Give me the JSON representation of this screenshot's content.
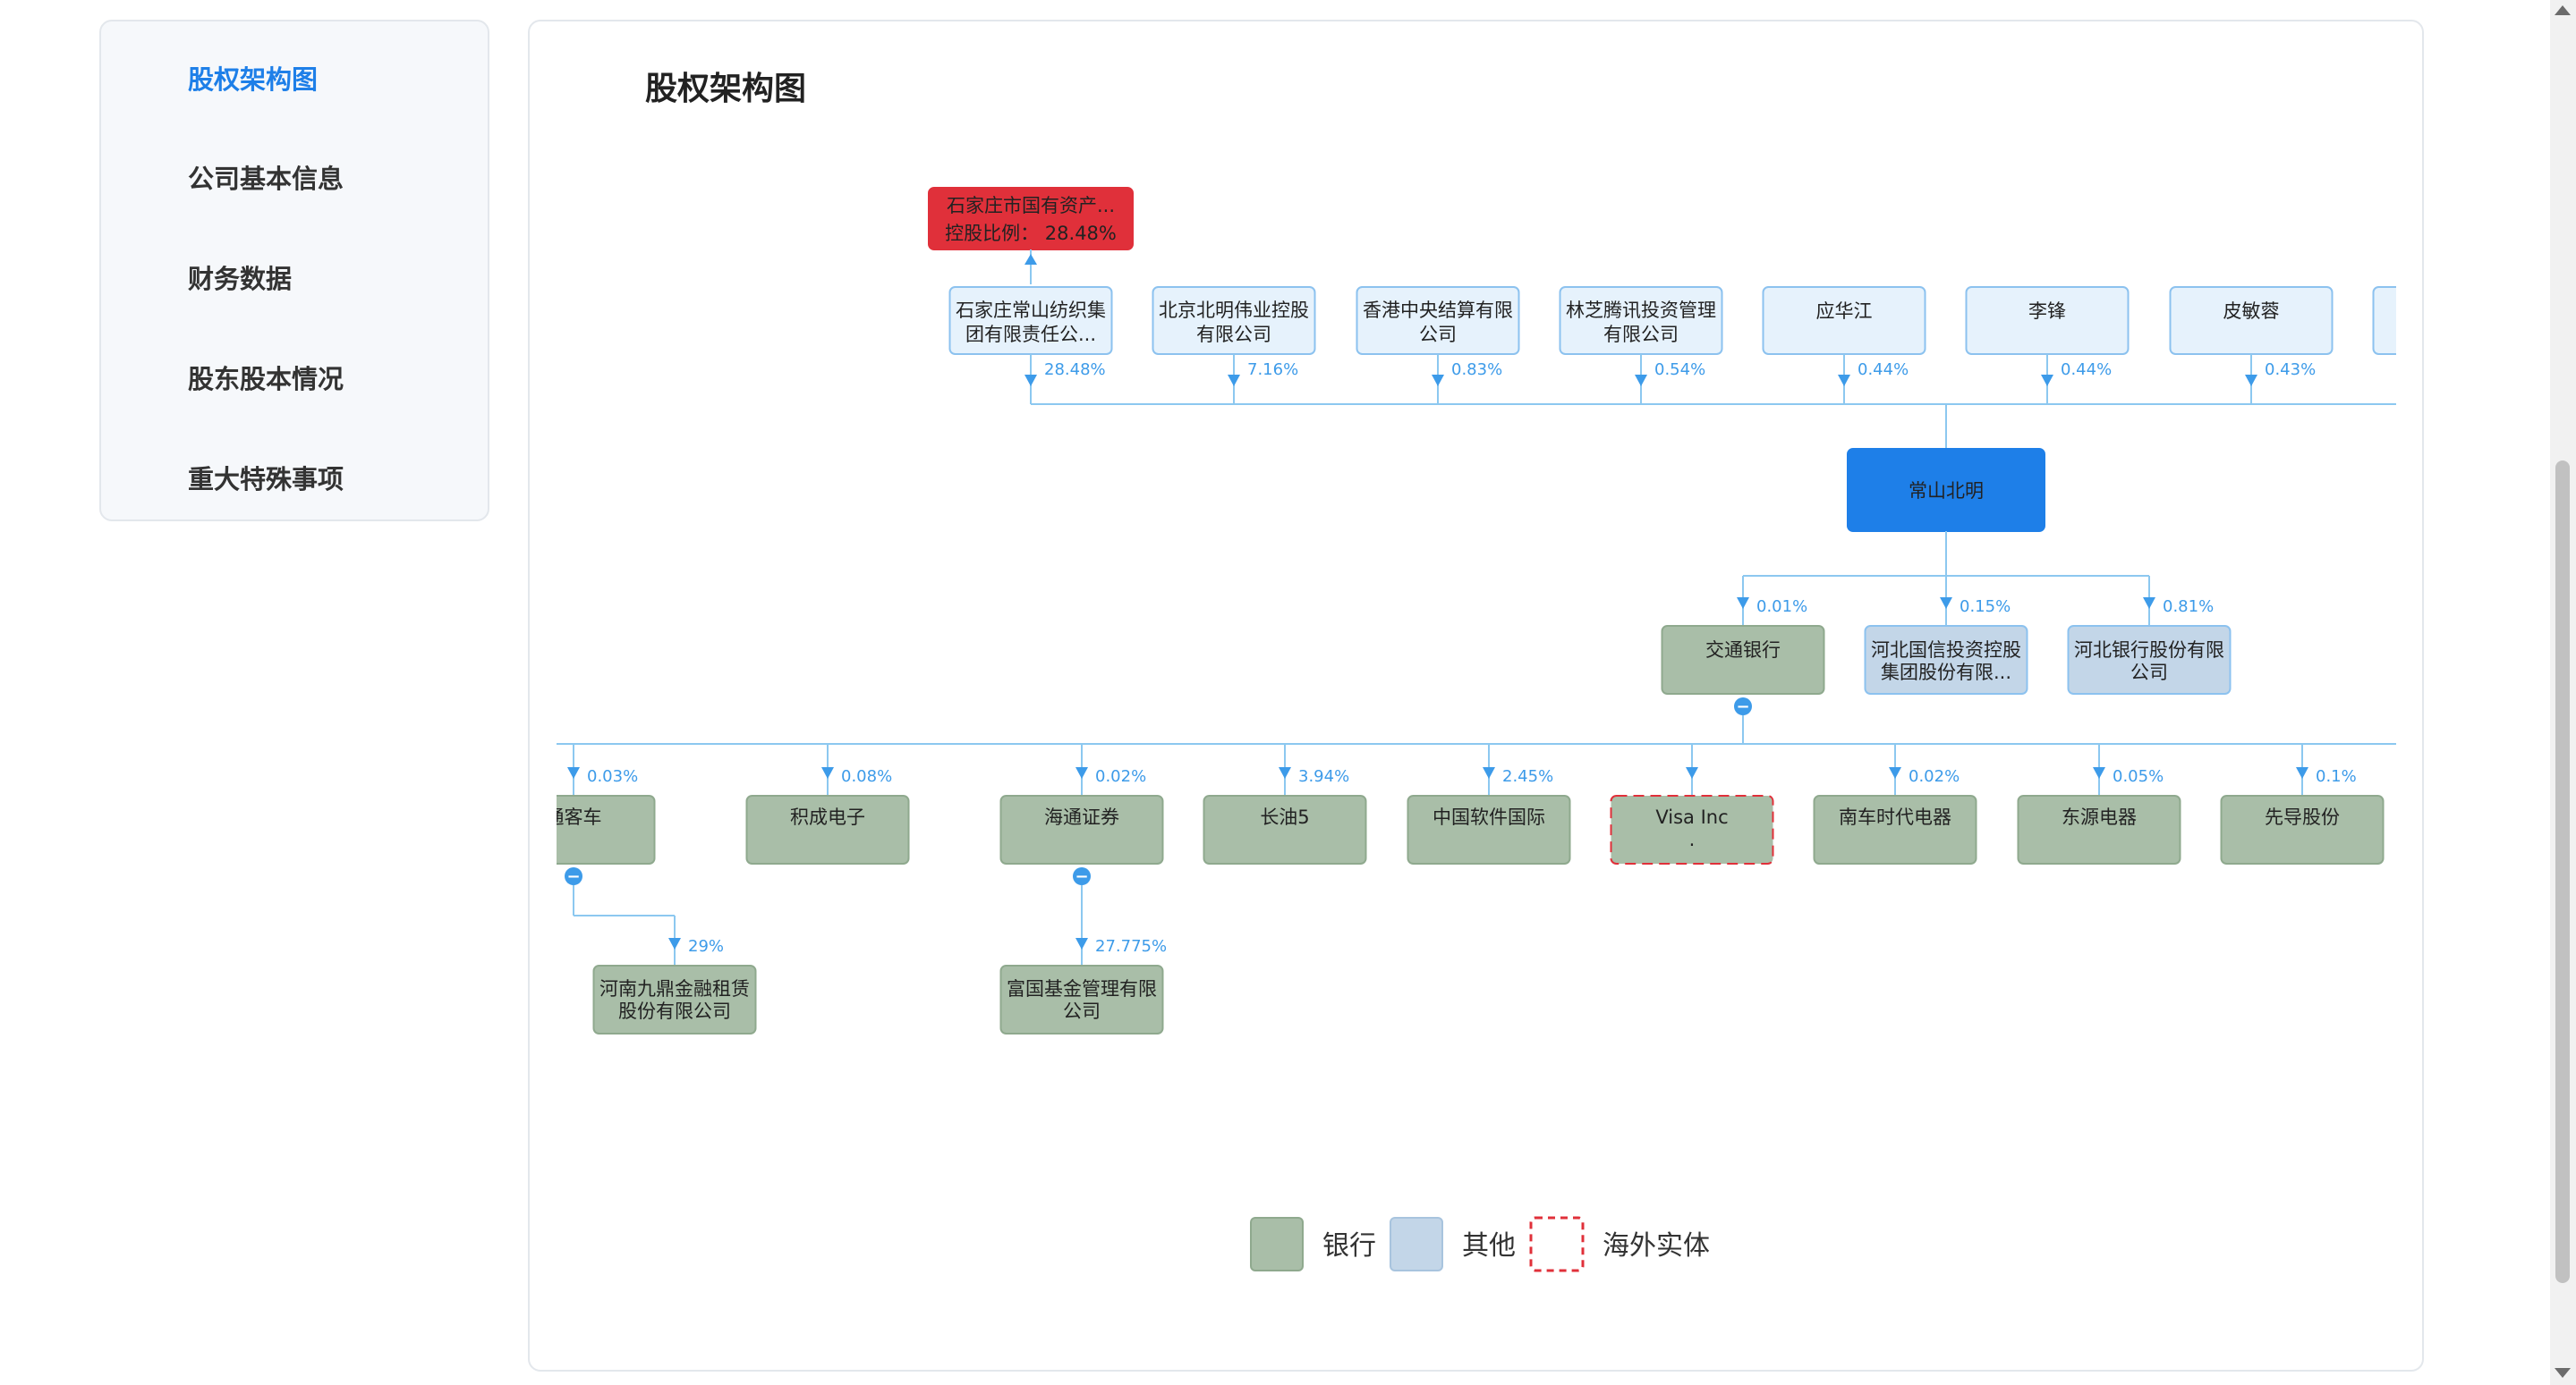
{
  "sidebar": {
    "items": [
      {
        "label": "股权架构图",
        "active": true
      },
      {
        "label": "公司基本信息",
        "active": false
      },
      {
        "label": "财务数据",
        "active": false
      },
      {
        "label": "股东股本情况",
        "active": false
      },
      {
        "label": "重大特殊事项",
        "active": false
      }
    ]
  },
  "main": {
    "title": "股权架构图"
  },
  "colors": {
    "accent": "#1e7fe8",
    "bank": "#a9bea8",
    "other": "#c3d6e8",
    "shareholder_fill": "#e6f2fc",
    "shareholder_border": "#8cc2ef",
    "edge": "#8cc8f0",
    "controller_red": "#e0303a",
    "overseas_border": "#e0303a"
  },
  "diagram": {
    "controller": {
      "lines": [
        "石家庄市国有资产...",
        "控股比例： 28.48%"
      ]
    },
    "center": {
      "name": "常山北明"
    },
    "shareholders": [
      {
        "lines": [
          "石家庄常山纺织集",
          "团有限责任公..."
        ],
        "pct": "28.48%"
      },
      {
        "lines": [
          "北京北明伟业控股",
          "有限公司"
        ],
        "pct": "7.16%"
      },
      {
        "lines": [
          "香港中央结算有限",
          "公司"
        ],
        "pct": "0.83%"
      },
      {
        "lines": [
          "林芝腾讯投资管理",
          "有限公司"
        ],
        "pct": "0.54%"
      },
      {
        "lines": [
          "应华江"
        ],
        "pct": "0.44%"
      },
      {
        "lines": [
          "李锋"
        ],
        "pct": "0.44%"
      },
      {
        "lines": [
          "皮敏蓉"
        ],
        "pct": "0.43%"
      },
      {
        "lines": [
          ""
        ],
        "pct": ""
      }
    ],
    "investments": [
      {
        "lines": [
          "交通银行"
        ],
        "pct": "0.01%",
        "type": "bank"
      },
      {
        "lines": [
          "河北国信投资控股",
          "集团股份有限..."
        ],
        "pct": "0.15%",
        "type": "other"
      },
      {
        "lines": [
          "河北银行股份有限",
          "公司"
        ],
        "pct": "0.81%",
        "type": "other"
      }
    ],
    "sub_investments": [
      {
        "lines": [
          "通客车"
        ],
        "pct": "0.03%",
        "type": "bank",
        "overseas": false
      },
      {
        "lines": [
          "积成电子"
        ],
        "pct": "0.08%",
        "type": "bank",
        "overseas": false
      },
      {
        "lines": [
          "海通证券"
        ],
        "pct": "0.02%",
        "type": "bank",
        "overseas": false
      },
      {
        "lines": [
          "长油5"
        ],
        "pct": "3.94%",
        "type": "bank",
        "overseas": false
      },
      {
        "lines": [
          "中国软件国际"
        ],
        "pct": "2.45%",
        "type": "bank",
        "overseas": false
      },
      {
        "lines": [
          "Visa Inc",
          "."
        ],
        "pct": "",
        "type": "bank",
        "overseas": true
      },
      {
        "lines": [
          "南车时代电器"
        ],
        "pct": "0.02%",
        "type": "bank",
        "overseas": false
      },
      {
        "lines": [
          "东源电器"
        ],
        "pct": "0.05%",
        "type": "bank",
        "overseas": false
      },
      {
        "lines": [
          "先导股份"
        ],
        "pct": "0.1%",
        "type": "bank",
        "overseas": false
      }
    ],
    "level4": [
      {
        "lines": [
          "河南九鼎金融租赁",
          "股份有限公司"
        ],
        "pct": "29%",
        "type": "bank"
      },
      {
        "lines": [
          "富国基金管理有限",
          "公司"
        ],
        "pct": "27.775%",
        "type": "bank"
      }
    ],
    "toggle_symbol": "−"
  },
  "legend": [
    {
      "label": "银行",
      "style": "bank"
    },
    {
      "label": "其他",
      "style": "other"
    },
    {
      "label": "海外实体",
      "style": "overseas"
    }
  ]
}
